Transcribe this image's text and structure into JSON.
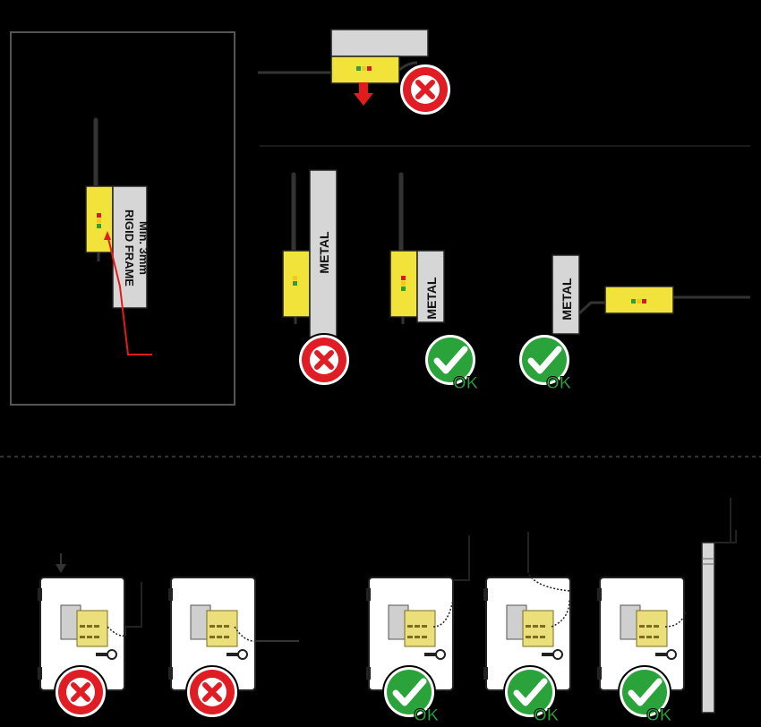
{
  "labels": {
    "rigid_frame_line1": "RIGID FRAME",
    "rigid_frame_line2": "Min. 3mm",
    "metal_1": "METAL",
    "metal_2": "METAL",
    "metal_3": "METAL",
    "ok_1": "OK",
    "ok_2": "OK",
    "ok_3": "OK",
    "ok_4": "OK",
    "ok_5": "OK"
  },
  "colors": {
    "background": "#000000",
    "device_yellow": "#f2e33a",
    "device_outline": "#222222",
    "panel_gray": "#d6d6d6",
    "error_red": "#e01c24",
    "ok_green": "#2aa33a",
    "arrow_red": "#e41b1b",
    "led_green": "#2f9e3a",
    "led_yellow": "#f2c81c",
    "led_red": "#d01e1e",
    "cabinet_white": "#ffffff",
    "dashed_divider": "#666666"
  },
  "icons": {
    "error": "cross-circle-icon",
    "ok": "check-circle-icon"
  }
}
